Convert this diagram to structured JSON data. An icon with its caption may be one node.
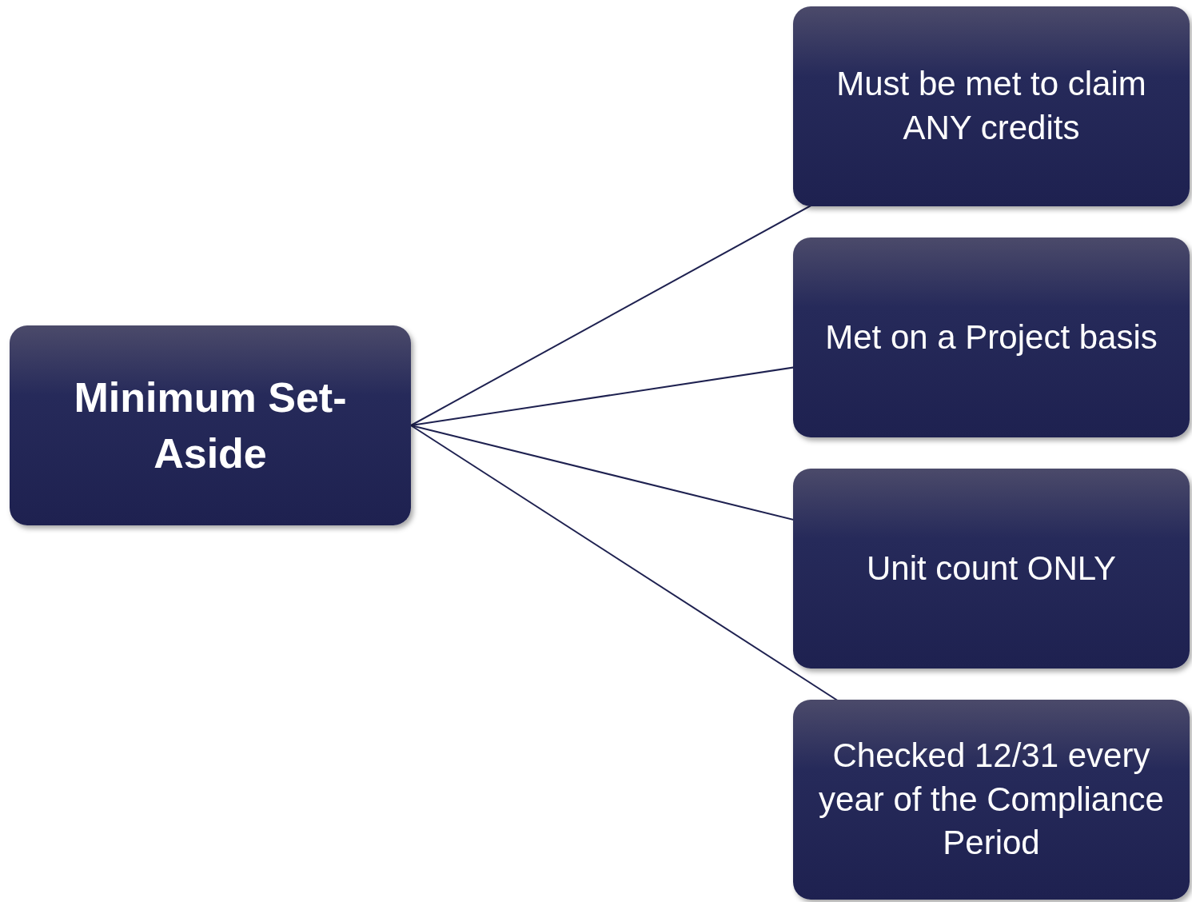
{
  "diagram": {
    "nodes": [
      {
        "text": [
          "Minimum Set-Aside"
        ]
      },
      {
        "text": [
          "Must be met to claim ANY credits"
        ]
      },
      {
        "text": [
          "Met on a Project basis"
        ]
      },
      {
        "text": [
          "Unit count ONLY"
        ]
      },
      {
        "text": [
          "Checked 12/31 every year of the Compliance Period"
        ]
      }
    ],
    "edges": [
      {
        "from": 0,
        "to": 1,
        "arrow": "none"
      },
      {
        "from": 0,
        "to": 2,
        "arrow": "none"
      },
      {
        "from": 0,
        "to": 3,
        "arrow": "none"
      },
      {
        "from": 0,
        "to": 4,
        "arrow": "none"
      }
    ]
  }
}
